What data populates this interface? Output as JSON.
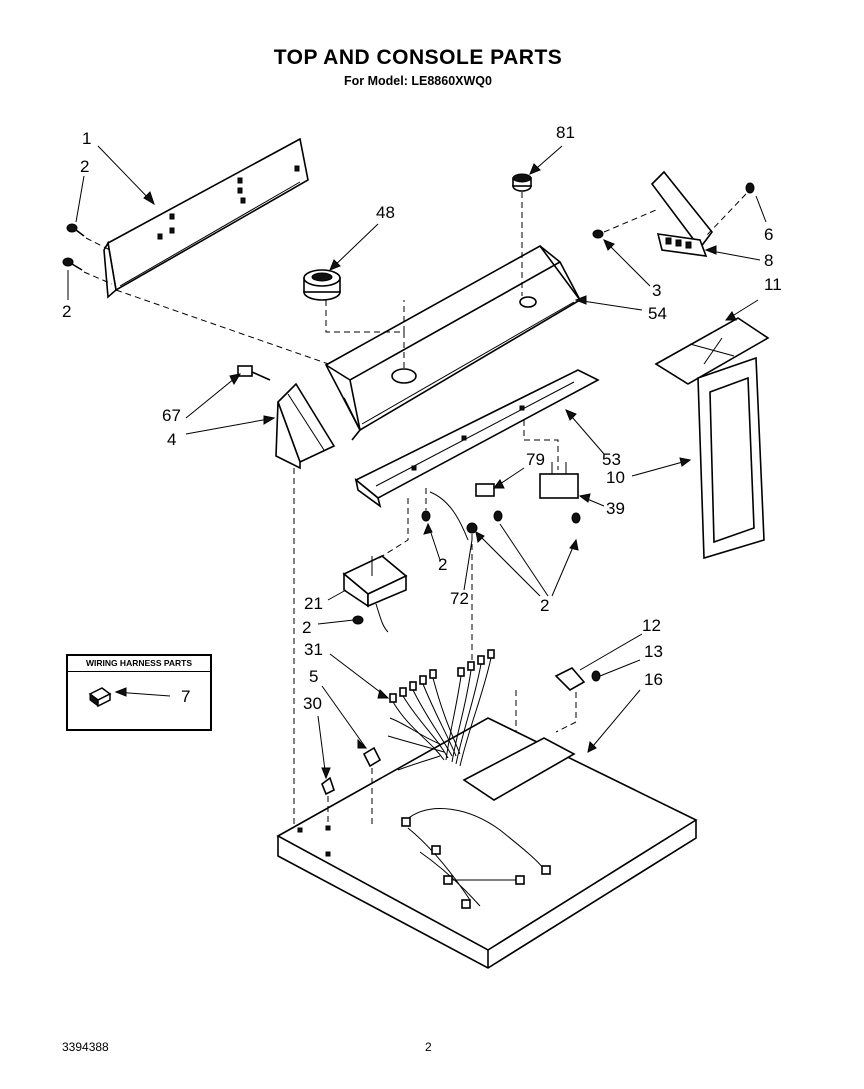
{
  "header": {
    "title": "TOP AND CONSOLE PARTS",
    "subtitle": "For Model: LE8860XWQ0"
  },
  "callouts": {
    "c1": "1",
    "c2a": "2",
    "c2b": "2",
    "c48": "48",
    "c81": "81",
    "c6": "6",
    "c3": "3",
    "c8": "8",
    "c11": "11",
    "c54": "54",
    "c67": "67",
    "c4": "4",
    "c79": "79",
    "c53": "53",
    "c10": "10",
    "c39": "39",
    "c2c": "2",
    "c72": "72",
    "c2d": "2",
    "c21": "21",
    "c2e": "2",
    "c12": "12",
    "c13": "13",
    "c16": "16",
    "c31": "31",
    "c5": "5",
    "c30": "30"
  },
  "legend": {
    "title": "WIRING HARNESS PARTS",
    "part_number": "7"
  },
  "footer": {
    "doc_number": "3394388",
    "page_number": "2"
  }
}
